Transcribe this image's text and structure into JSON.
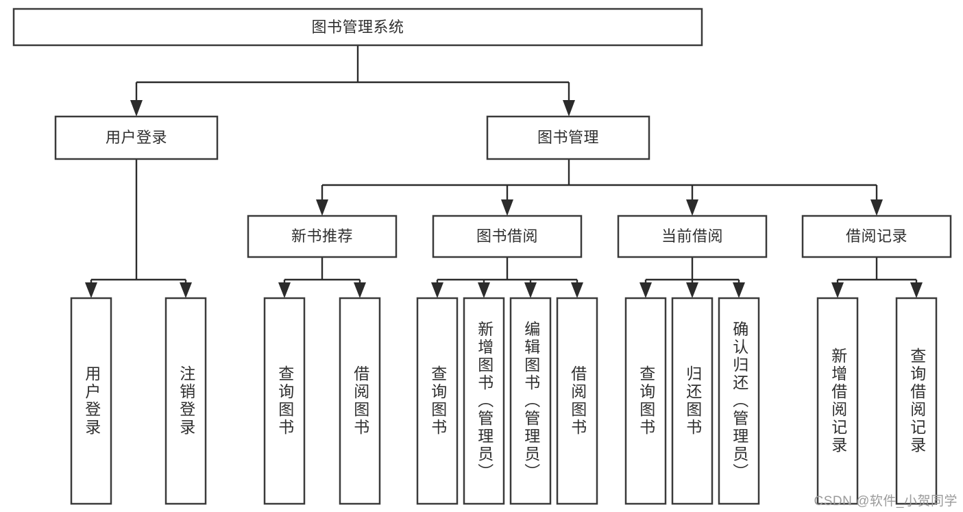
{
  "diagram": {
    "type": "tree-hierarchy",
    "title": "图书管理系统",
    "root": {
      "label": "图书管理系统",
      "level": 1
    },
    "level2": [
      {
        "label": "用户登录"
      },
      {
        "label": "图书管理"
      }
    ],
    "level3": [
      {
        "label": "新书推荐"
      },
      {
        "label": "图书借阅"
      },
      {
        "label": "当前借阅"
      },
      {
        "label": "借阅记录"
      }
    ],
    "leaves": {
      "user_login": [
        {
          "label": "用户登录"
        },
        {
          "label": "注销登录"
        }
      ],
      "new_book_recommend": [
        {
          "label": "查询图书"
        },
        {
          "label": "借阅图书"
        }
      ],
      "book_borrow": [
        {
          "label": "查询图书"
        },
        {
          "label": "新增图书（管理员）"
        },
        {
          "label": "编辑图书（管理员）"
        },
        {
          "label": "借阅图书"
        }
      ],
      "current_borrow": [
        {
          "label": "查询图书"
        },
        {
          "label": "归还图书"
        },
        {
          "label": "确认归还（管理员）"
        }
      ],
      "borrow_record": [
        {
          "label": "新增借阅记录"
        },
        {
          "label": "查询借阅记录"
        }
      ]
    }
  },
  "watermark": {
    "text": "CSDN @软件_小贺同学"
  },
  "colors": {
    "background": "#ffffff",
    "box_fill": "#ffffff",
    "box_stroke": "#3a3a3a",
    "connector": "#2b2b2b",
    "text": "#2f2f2f",
    "watermark": "#9a9a9a"
  }
}
